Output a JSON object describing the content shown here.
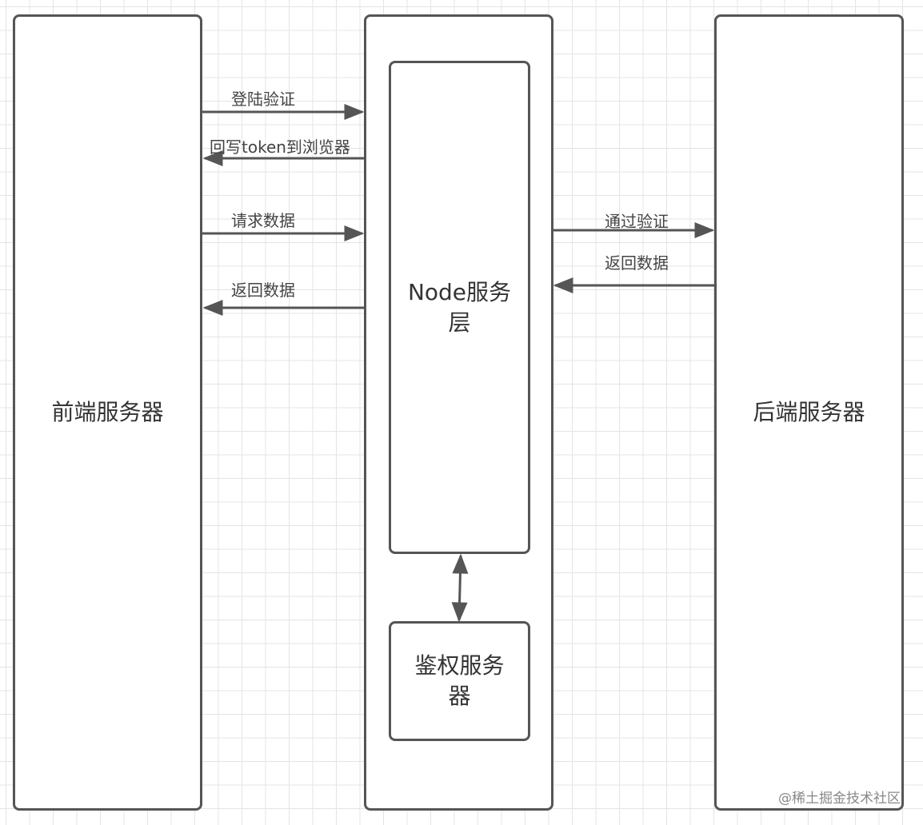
{
  "nodes": {
    "frontend": "前端服务器",
    "middle_node": "Node服务层",
    "auth": "鉴权服务器",
    "backend": "后端服务器"
  },
  "arrows": {
    "login": "登陆验证",
    "write_token": "回写token到浏览器",
    "request_data": "请求数据",
    "return_data_left": "返回数据",
    "pass_auth": "通过验证",
    "return_data_right": "返回数据"
  },
  "watermark": "@稀土掘金技术社区",
  "colors": {
    "stroke": "#555555",
    "grid": "#e4e4e4"
  }
}
